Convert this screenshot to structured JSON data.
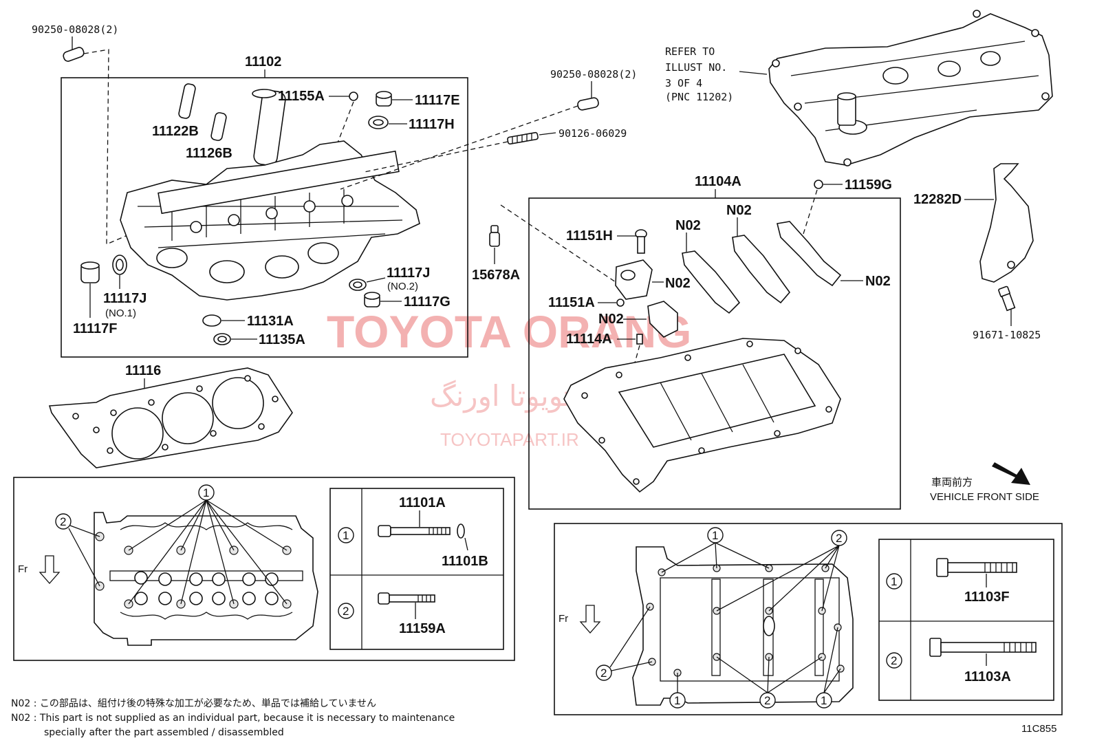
{
  "watermark": {
    "brand": "TOYOTA ORANG",
    "persian": "تویوتا اورنگ",
    "url": "TOYOTAPART.IR"
  },
  "parts": {
    "p90250_top": "90250-08028(2)",
    "p11102": "11102",
    "p11155A": "11155A",
    "p11117E": "11117E",
    "p11117H": "11117H",
    "p11122B": "11122B",
    "p11126B": "11126B",
    "p90250_mid": "90250-08028(2)",
    "p90126": "90126-06029",
    "p11117J_no2": "11117J",
    "no2": "(NO.2)",
    "p11117G": "11117G",
    "p11117J_no1": "11117J",
    "no1": "(NO.1)",
    "p11117F": "11117F",
    "p11131A": "11131A",
    "p11135A": "11135A",
    "p11116": "11116",
    "p11104A": "11104A",
    "p11159G": "11159G",
    "p12282D": "12282D",
    "p11151H": "11151H",
    "p15678A": "15678A",
    "p11151A": "11151A",
    "p11114A": "11114A",
    "n02": "N02",
    "p91671": "91671-10825",
    "p11101A": "11101A",
    "p11101B": "11101B",
    "p11159A": "11159A",
    "p11103F": "11103F",
    "p11103A": "11103A"
  },
  "refer": {
    "line1": "REFER TO",
    "line2": "ILLUST NO.",
    "line3": "3 OF 4",
    "line4": "(PNC 11202)"
  },
  "direction": {
    "jp": "車両前方",
    "en": "VEHICLE FRONT SIDE",
    "fr": "Fr"
  },
  "circles": {
    "one": "1",
    "two": "2"
  },
  "notes": {
    "jp": "N02 : この部品は、組付け後の特殊な加工が必要なため、単品では補給していません",
    "en1": "N02 : This part is not supplied as an individual part, because it is necessary to maintenance",
    "en2": "specially after the part assembled / disassembled"
  },
  "illust_code": "11C855"
}
